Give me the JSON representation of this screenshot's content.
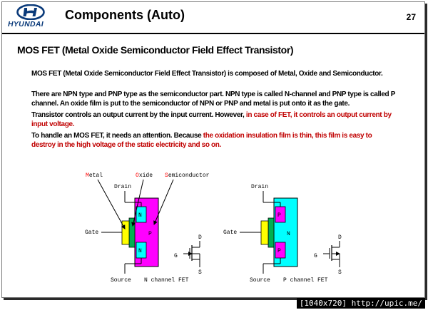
{
  "header": {
    "brand": "HYUNDAI",
    "title": "Components (Auto)",
    "page_number": "27"
  },
  "heading": "MOS FET (Metal Oxide Semiconductor Field Effect Transistor)",
  "paragraphs": {
    "p1": "MOS FET (Metal Oxide Semiconductor Field Effect Transistor) is composed of Metal, Oxide and Semiconductor.",
    "p2": "There are NPN type and PNP type as the semiconductor part. NPN type is called N-channel and PNP type is called P channel. An oxide film is put to the semiconductor of NPN or PNP and metal is put onto it as the gate.",
    "p3_plain": "Transistor controls an output current by the input current. However, ",
    "p3_red": "in case of FET, it controls an output current by input voltage.",
    "p4_plain": "To handle an MOS FET, it needs an attention. Because ",
    "p4_red": "the oxidation insulation film is thin, this film is easy to destroy in the high voltage of the static electricity and so on."
  },
  "diagram": {
    "metal_first": "M",
    "metal_rest": "etal",
    "oxide_first": "O",
    "oxide_rest": "xide",
    "semi_first": "S",
    "semi_rest": "emiconductor",
    "left": {
      "drain": "Drain",
      "gate": "Gate",
      "source": "Source",
      "type": "N channel FET",
      "top_region": "N",
      "middle_region": "P",
      "bottom_region": "N"
    },
    "right": {
      "drain": "Drain",
      "gate": "Gate",
      "source": "Source",
      "type": "P channel FET",
      "top_region": "P",
      "middle_region": "N",
      "bottom_region": "P"
    },
    "symbol_left": {
      "d": "D",
      "g": "G",
      "s": "S"
    },
    "symbol_right": {
      "d": "D",
      "g": "G",
      "s": "S"
    },
    "colors": {
      "metal": "#ffff00",
      "oxide": "#00b050",
      "n_channel_substrate": "#ff00ff",
      "p_channel_substrate": "#00ffff",
      "label_accent": "#ff0000"
    }
  },
  "footer": "[1040x720] http://upic.me/"
}
